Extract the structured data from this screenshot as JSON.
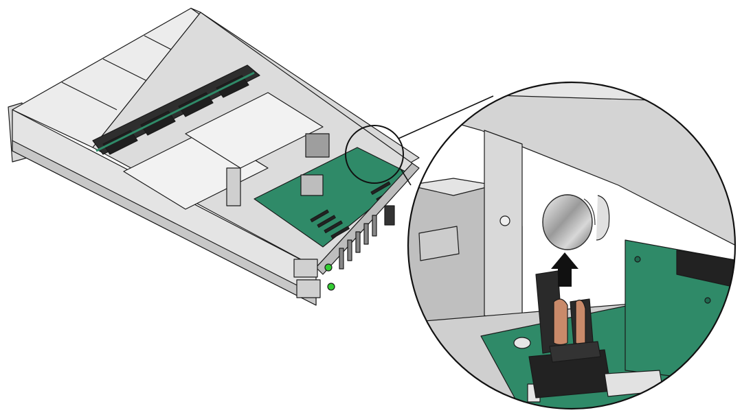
{
  "figure": {
    "subject": "rack-server-chassis",
    "callout": "battery-socket-detail",
    "action": "lift-battery-up"
  },
  "colors": {
    "background": "#ffffff",
    "chassis_light": "#e9e9e9",
    "chassis_mid": "#cfcfcf",
    "chassis_dark": "#8e8e8e",
    "outline": "#1a1a1a",
    "board_green": "#2f8a68",
    "board_green_dark": "#1f6b50",
    "fan_black": "#222222",
    "copper": "#c98a6a",
    "led_green": "#33cc33",
    "arrow": "#111111"
  },
  "icons": [
    "battery-icon",
    "up-arrow-icon"
  ]
}
